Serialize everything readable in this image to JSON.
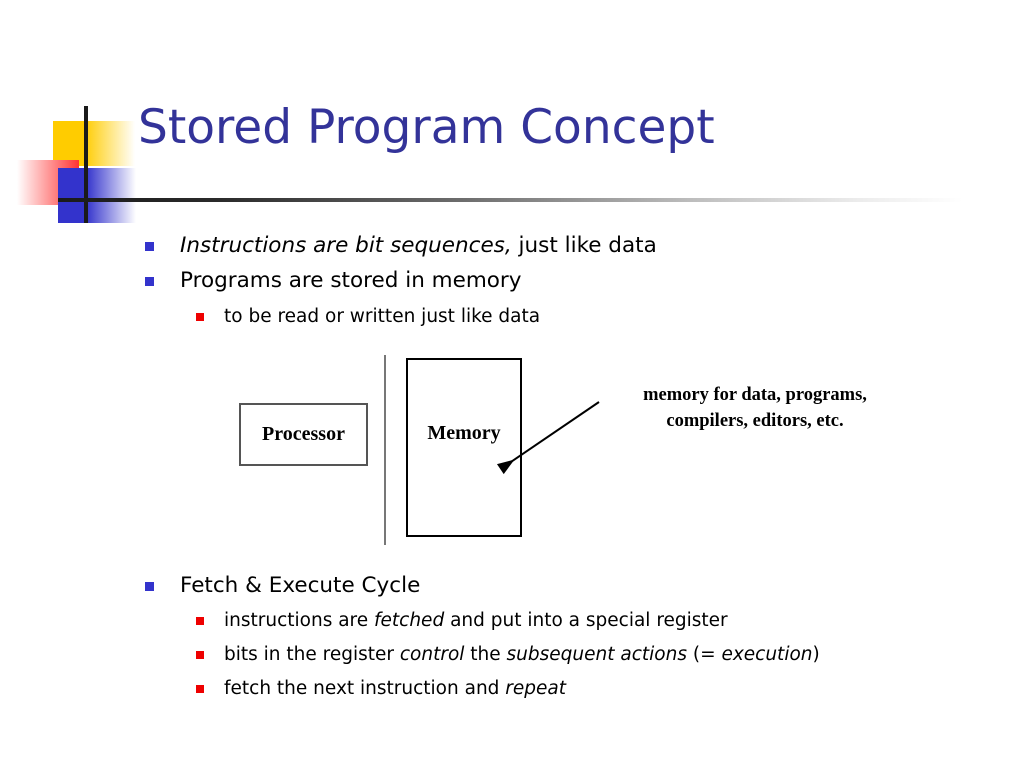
{
  "slide": {
    "title": "Stored Program Concept",
    "title_color": "#333399",
    "decoration": {
      "yellow_color": "#FFCC00",
      "red_color": "#FF3333",
      "blue_color": "#3333CC",
      "rule_color": "#1a1a1a"
    },
    "bullets": [
      {
        "level": 1,
        "marker_color": "#3333CC",
        "runs": [
          {
            "text": "Instructions are bit sequences,",
            "italic": true
          },
          {
            "text": " just like data",
            "italic": false
          }
        ]
      },
      {
        "level": 1,
        "marker_color": "#3333CC",
        "runs": [
          {
            "text": "Programs are stored in memory",
            "italic": false
          }
        ]
      },
      {
        "level": 2,
        "marker_color": "#EE0000",
        "runs": [
          {
            "text": "to be read or written just like data",
            "italic": false
          }
        ]
      },
      {
        "level": 1,
        "marker_color": "#3333CC",
        "runs": [
          {
            "text": "Fetch & Execute Cycle",
            "italic": false
          }
        ]
      },
      {
        "level": 2,
        "marker_color": "#EE0000",
        "runs": [
          {
            "text": "instructions are ",
            "italic": false
          },
          {
            "text": "fetched",
            "italic": true
          },
          {
            "text": " and put into a special register",
            "italic": false
          }
        ]
      },
      {
        "level": 2,
        "marker_color": "#EE0000",
        "runs": [
          {
            "text": "bits in the register ",
            "italic": false
          },
          {
            "text": "control",
            "italic": true
          },
          {
            "text": " the ",
            "italic": false
          },
          {
            "text": "subsequent actions",
            "italic": true
          },
          {
            "text": " (= ",
            "italic": false
          },
          {
            "text": "execution",
            "italic": true
          },
          {
            "text": ")",
            "italic": false
          }
        ]
      },
      {
        "level": 2,
        "marker_color": "#EE0000",
        "runs": [
          {
            "text": "fetch the next instruction and ",
            "italic": false
          },
          {
            "text": "repeat",
            "italic": true
          }
        ]
      }
    ],
    "diagram": {
      "processor_label": "Processor",
      "memory_label": "Memory",
      "callout_line1": "memory for data, programs,",
      "callout_line2": "compilers, editors, etc."
    }
  }
}
